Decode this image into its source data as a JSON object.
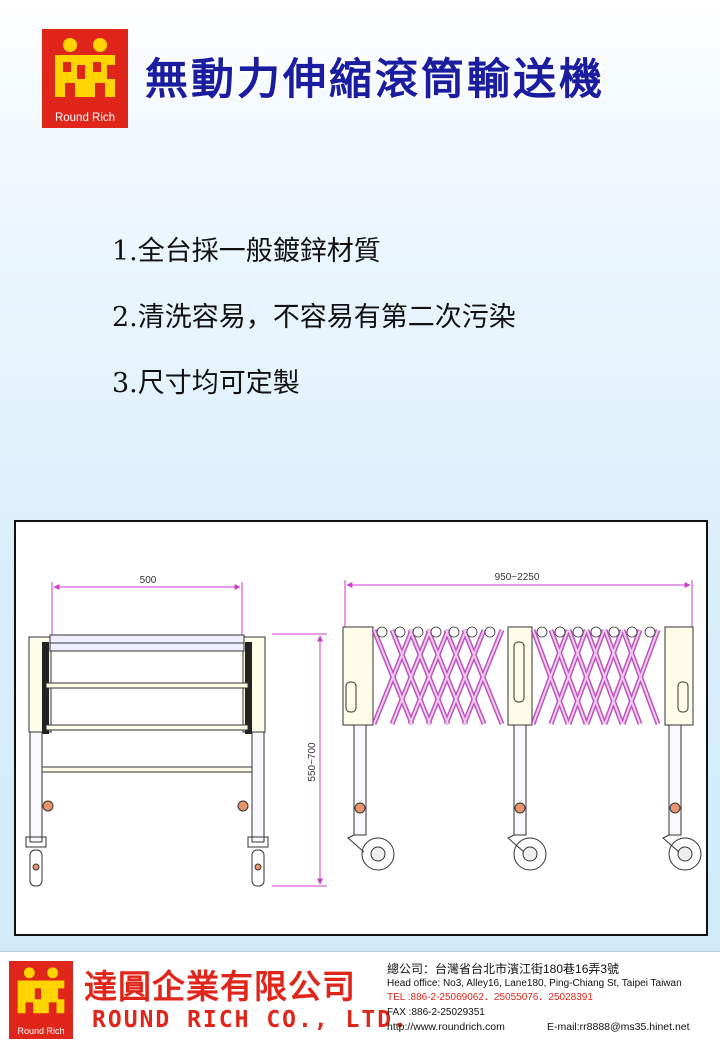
{
  "logo": {
    "text": "Round Rich",
    "color": "#e0251a",
    "glyph_color": "#ffd400"
  },
  "title": "無動力伸縮滾筒輸送機",
  "features": [
    "1.全台採一般鍍鋅材質",
    "2.清洗容易，不容易有第二次污染",
    "3.尺寸均可定製"
  ],
  "drawing": {
    "width_dimension": "500",
    "length_dimension": "950~2250",
    "height_dimension": "550~700"
  },
  "footer": {
    "company_cn": "達圓企業有限公司",
    "company_en": "ROUND RICH CO., LTD.",
    "address_cn": "總公司：台灣省台北市濱江街180巷16弄3號",
    "address_en": "Head office: No3, Alley16, Lane180, Ping-Chiang St, Taipei Taiwan",
    "tel": "TEL :886-2-25069062．25055076．25028391",
    "fax": "FAX :886-2-25029351",
    "website": "http://www.roundrich.com",
    "email": "E-mail:rr8888@ms35.hinet.net"
  },
  "colors": {
    "title": "#1a1da0",
    "brand_red": "#e0251a",
    "dimension": "#d23ad2"
  }
}
